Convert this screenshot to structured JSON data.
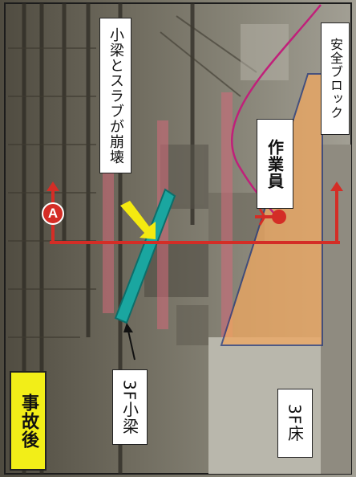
{
  "labels": {
    "title": "事故後",
    "beam_slab_collapse": "小梁とスラブが崩壊",
    "worker": "作業員",
    "safety_block": "安全ブロック",
    "third_floor_beam": "3F小梁",
    "third_floor_slab": "3F床",
    "marker": "A"
  },
  "colors": {
    "title_bg": "#f2ee18",
    "guide_line": "#d42d26",
    "worker_path": "#c0207a",
    "beam": "#1aa6a0",
    "bands": "#d46a7a",
    "debris_wedge": "#f0a860",
    "yellow_arrow": "#f4ea10"
  },
  "icons": {
    "worker": "person-figure-icon",
    "marker": "circle-letter-icon"
  }
}
